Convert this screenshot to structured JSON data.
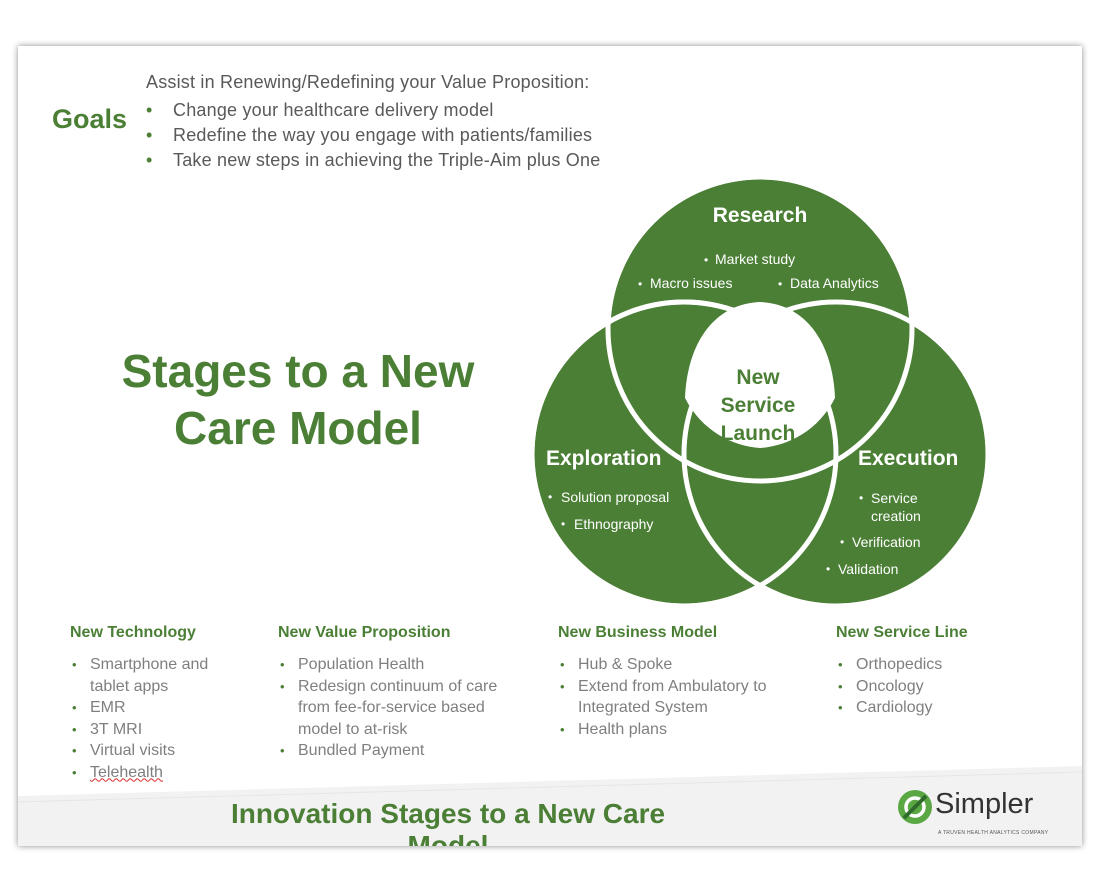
{
  "goals": {
    "label": "Goals",
    "intro": "Assist in Renewing/Redefining your Value Proposition:",
    "items": [
      "Change your healthcare delivery model",
      "Redefine the way you engage with patients/families",
      "Take new steps in achieving the Triple-Aim plus One"
    ]
  },
  "main_title": {
    "line1": "Stages to a New",
    "line2": "Care Model"
  },
  "venn": {
    "color": "#4b7f35",
    "research": {
      "title": "Research",
      "items": [
        "Market study",
        "Macro issues",
        "Data Analytics"
      ]
    },
    "exploration": {
      "title": "Exploration",
      "items": [
        "Solution  proposal",
        "Ethnography"
      ]
    },
    "execution": {
      "title": "Execution",
      "items": [
        "Service",
        "creation",
        "Verification",
        "Validation"
      ]
    },
    "center": {
      "line1": "New",
      "line2": "Service",
      "line3": "Launch"
    }
  },
  "columns": [
    {
      "heading": "New Technology",
      "items": [
        "Smartphone and tablet apps",
        "EMR",
        "3T MRI",
        "Virtual visits",
        "Telehealth"
      ]
    },
    {
      "heading": "New Value Proposition",
      "items": [
        "Population Health",
        "Redesign continuum  of care from fee-for-service based model to at-risk",
        "Bundled Payment"
      ]
    },
    {
      "heading": "New Business Model",
      "items": [
        "Hub & Spoke",
        "Extend from Ambulatory to Integrated System",
        "Health plans"
      ]
    },
    {
      "heading": "New Service Line",
      "items": [
        "Orthopedics",
        "Oncology",
        "Cardiology"
      ]
    }
  ],
  "footer": {
    "title": "Innovation Stages to a New Care Model",
    "logo_name": "Simpler",
    "logo_tagline": "A TRUVEN HEALTH ANALYTICS COMPANY",
    "logo_icon": "simpler-logo-icon"
  }
}
